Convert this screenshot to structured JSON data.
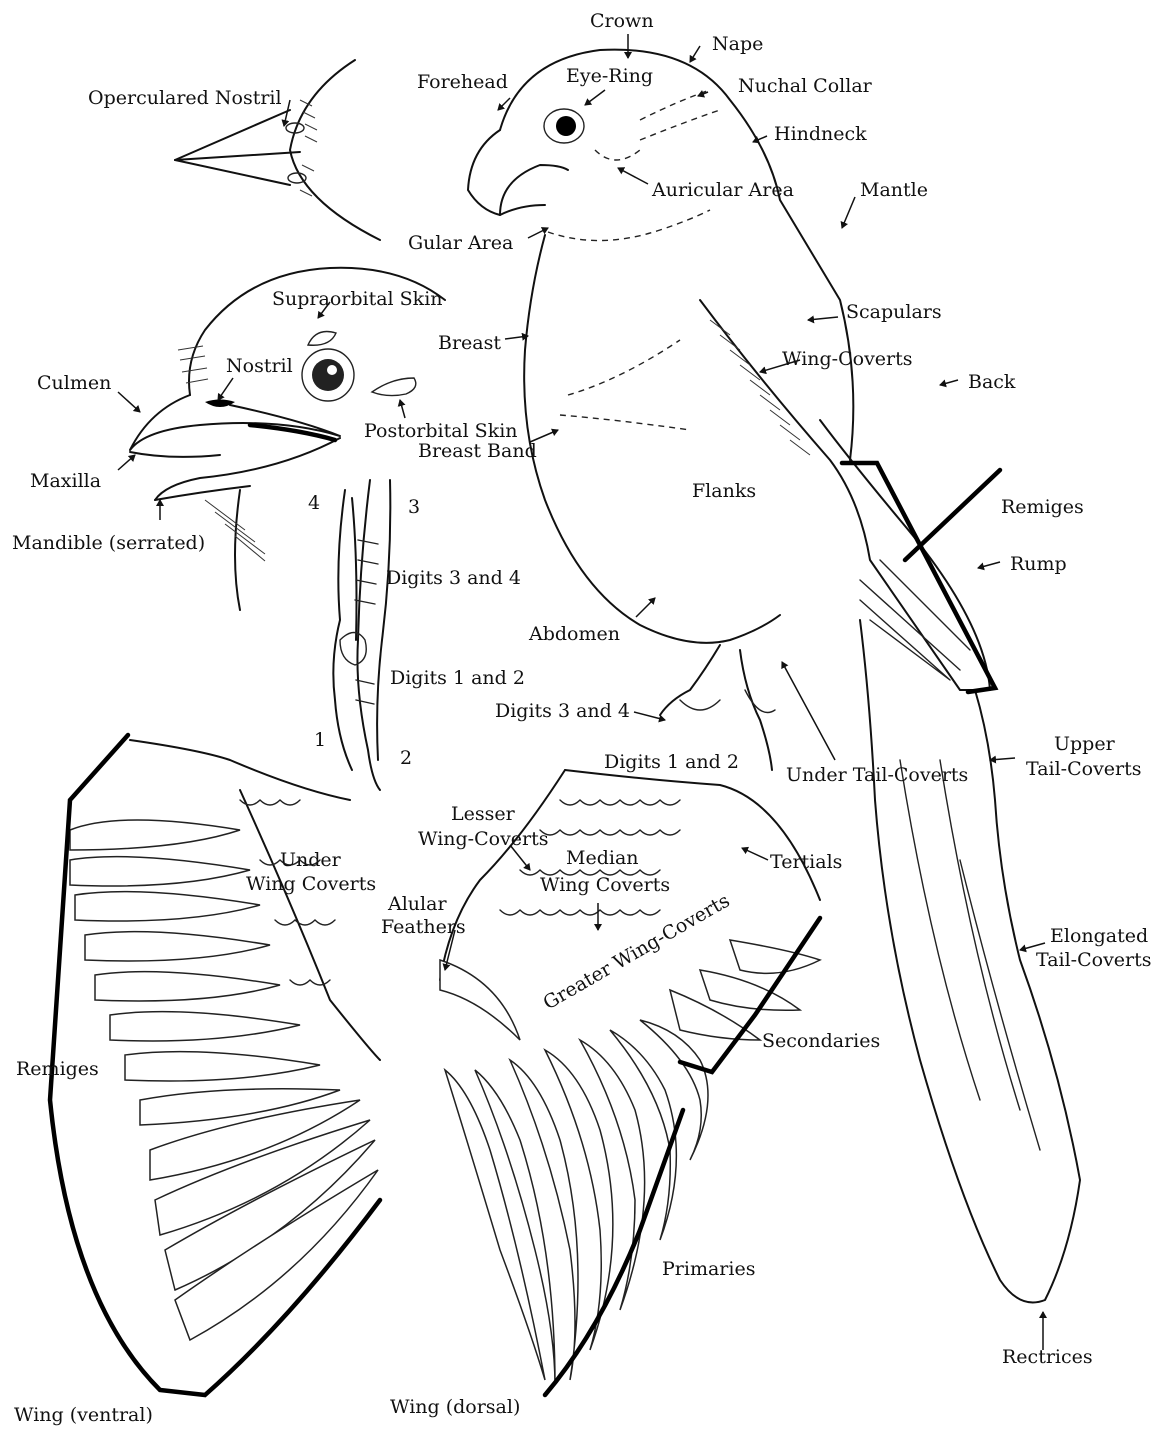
{
  "labels": {
    "crown": "Crown",
    "nape": "Nape",
    "forehead": "Forehead",
    "eye_ring": "Eye-Ring",
    "nuchal_collar": "Nuchal Collar",
    "hindneck": "Hindneck",
    "operculated_nostril": "Operculared Nostril",
    "auricular_area": "Auricular Area",
    "mantle": "Mantle",
    "gular_area": "Gular Area",
    "supraorbital_skin": "Supraorbital Skin",
    "scapulars": "Scapulars",
    "breast": "Breast",
    "nostril": "Nostril",
    "wing_coverts": "Wing-Coverts",
    "culmen": "Culmen",
    "back": "Back",
    "postorbital_skin": "Postorbital Skin",
    "breast_band": "Breast Band",
    "maxilla": "Maxilla",
    "flanks": "Flanks",
    "digit_4": "4",
    "digit_3": "3",
    "remiges_right": "Remiges",
    "mandible": "Mandible (serrated)",
    "digits_3_4_left": "Digits 3 and 4",
    "rump": "Rump",
    "abdomen": "Abdomen",
    "digits_1_2_left": "Digits 1 and 2",
    "digits_3_4_right": "Digits 3 and 4",
    "digit_1": "1",
    "digit_2": "2",
    "digits_1_2_right": "Digits 1 and 2",
    "upper_tail_coverts_1": "Upper",
    "upper_tail_coverts_2": "Tail-Coverts",
    "under_tail_coverts": "Under Tail-Coverts",
    "lesser_1": "Lesser",
    "lesser_2": "Wing-Coverts",
    "under_wing_1": "Under",
    "under_wing_2": "Wing Coverts",
    "median_1": "Median",
    "median_2": "Wing Coverts",
    "tertials": "Tertials",
    "alular_1": "Alular",
    "alular_2": "Feathers",
    "greater": "Greater Wing-Coverts",
    "elongated_1": "Elongated",
    "elongated_2": "Tail-Coverts",
    "secondaries": "Secondaries",
    "remiges_left": "Remiges",
    "primaries": "Primaries",
    "rectrices": "Rectrices",
    "wing_ventral": "Wing (ventral)",
    "wing_dorsal": "Wing (dorsal)"
  }
}
